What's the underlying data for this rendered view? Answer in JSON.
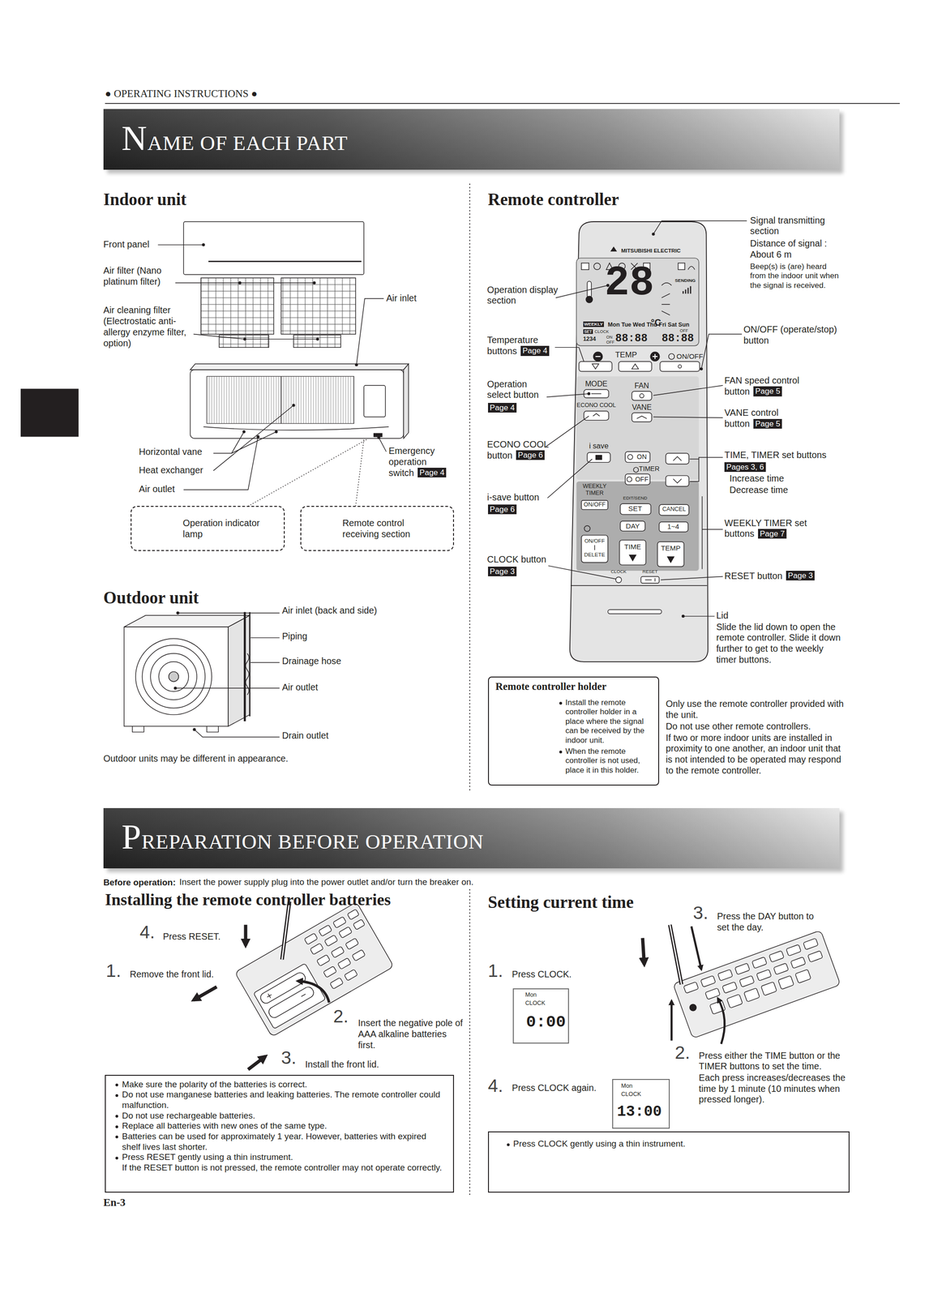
{
  "diagram": {
    "title": "● OPERATING INSTRUCTIONS ●",
    "nodes": [
      {
        "text": [
          "NAME OF EACH PART"
        ]
      },
      {
        "text": [
          "Operation indicator lamp"
        ]
      },
      {
        "text": [
          "Remote control receiving section"
        ]
      },
      {
        "text": [
          "Remote controller holder",
          "Install the remote controller holder in a place where the signal can be received by the indoor unit.",
          "When the remote controller is not used, place it in this holder."
        ]
      },
      {
        "text": [
          "PREPARATION BEFORE OPERATION"
        ]
      },
      {
        "text": [
          "Make sure the polarity of the batteries is correct.",
          "Do not use manganese batteries and leaking batteries. The remote controller could malfunction.",
          "Do not use rechargeable batteries.",
          "Replace all batteries with new ones of the same type.",
          "Batteries can be used for approximately 1 year. However, batteries with expired shelf lives last shorter.",
          "Press RESET gently using a thin instrument.",
          "If the RESET button is not pressed, the remote controller may not operate correctly."
        ]
      },
      {
        "text": [
          "Mon",
          "CLOCK",
          "0:00"
        ]
      },
      {
        "text": [
          "Mon",
          "CLOCK",
          "13:00"
        ]
      },
      {
        "text": [
          "Press CLOCK gently using a thin instrument."
        ]
      }
    ],
    "labels": [
      "Indoor unit",
      "Remote controller",
      "Front panel",
      "Air filter (Nano platinum filter)",
      "Air cleaning filter (Electrostatic anti-allergy enzyme filter, option)",
      "Air inlet",
      "Horizontal vane",
      "Heat exchanger",
      "Air outlet",
      "Emergency operation switch",
      "Page 4",
      "Outdoor unit",
      "Air inlet (back and side)",
      "Piping",
      "Drainage hose",
      "Air outlet",
      "Drain outlet",
      "Outdoor units may be different in appearance.",
      "Signal transmitting section",
      "Distance of signal : About 6 m",
      "Beep(s) is (are) heard from the indoor unit when the signal is received.",
      "Operation display section",
      "Temperature buttons",
      "Page 4",
      "ON/OFF (operate/stop) button",
      "Operation select button",
      "Page 4",
      "FAN speed control button",
      "Page 5",
      "VANE control button",
      "Page 5",
      "ECONO COOL button",
      "Page 6",
      "TIME, TIMER set buttons",
      "Pages 3, 6",
      "Increase time",
      "Decrease time",
      "i-save button",
      "Page 6",
      "WEEKLY TIMER set buttons",
      "Page 7",
      "CLOCK button",
      "Page 3",
      "RESET button",
      "Page 3",
      "Lid",
      "Slide the lid down to open the remote controller. Slide it down further to get to the weekly timer buttons.",
      "Only use the remote controller provided with the unit.",
      "Do not use other remote controllers.",
      "If two or more indoor units are installed in proximity to one another, an indoor unit that is not intended to be operated may respond to the remote controller.",
      "MITSUBISHI ELECTRIC",
      "28",
      "°C",
      "SENDING",
      "WEEKLY",
      "Mon Tue Wed Thu Fri Sat Sun",
      "SET",
      "CLOCK",
      "ON",
      "OFF",
      "OFF",
      "1234",
      "88:88",
      "88:88",
      "TEMP",
      "ON/OFF",
      "MODE",
      "FAN",
      "ECONO COOL",
      "VANE",
      "i save",
      "ON",
      "TIMER",
      "OFF",
      "WEEKLY TIMER",
      "ON/OFF",
      "EDIT/SEND",
      "SET",
      "CANCEL",
      "DAY",
      "1~4",
      "ON/OFF",
      "DELETE",
      "TIME",
      "TEMP",
      "CLOCK",
      "RESET",
      "Before operation:",
      "Insert the power supply plug into the power outlet and/or turn the breaker on.",
      "Installing the remote controller batteries",
      "Setting current time",
      "4.",
      "Press RESET.",
      "1.",
      "Remove the front lid.",
      "2.",
      "Insert the negative pole of AAA alkaline batteries first.",
      "3.",
      "Install the front lid.",
      "1.",
      "Press CLOCK.",
      "3.",
      "Press the DAY button to set the day.",
      "2.",
      "Press either the TIME button or the TIMER buttons to set the time.",
      "Each press increases/decreases the time by 1 minute (10 minutes when pressed longer).",
      "4.",
      "Press CLOCK again.",
      "En-3"
    ]
  }
}
